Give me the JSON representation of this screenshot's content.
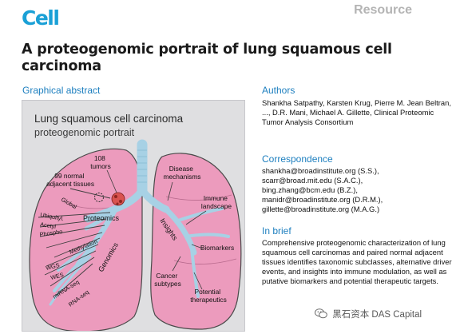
{
  "header": {
    "journal": "Cell",
    "article_type": "Resource",
    "title": "A proteogenomic portrait of lung squamous cell carcinoma"
  },
  "graphical_abstract": {
    "heading": "Graphical abstract",
    "title": "Lung squamous cell carcinoma",
    "subtitle": "proteogenomic portrait",
    "tumors_label": [
      "108",
      "tumors"
    ],
    "normal_label": [
      "99 normal",
      "adjacent tissues"
    ],
    "omics_layers": [
      "Global",
      "Ubiquityl.",
      "Acetyl",
      "Phospho",
      "Methylation",
      "WGS",
      "WES",
      "miRNA-seq",
      "RNA-seq"
    ],
    "branch_labels": {
      "proteomics": "Proteomics",
      "genomics": "Genomics",
      "insights": "Insights"
    },
    "insights": {
      "disease": [
        "Disease",
        "mechanisms"
      ],
      "immune": [
        "Immune",
        "landscape"
      ],
      "biomarkers": [
        "Biomarkers"
      ],
      "cancer": [
        "Cancer",
        "subtypes"
      ],
      "therapeutics": [
        "Potential",
        "therapeutics"
      ]
    },
    "colors": {
      "lung_fill": "#ec9bbd",
      "lung_stroke": "#4a4a4a",
      "airway": "#a7d1e5",
      "tumor": "#d9534f",
      "box_bg": "#dfdfe1"
    }
  },
  "authors": {
    "heading": "Authors",
    "text": "Shankha Satpathy, Karsten Krug, Pierre M. Jean Beltran, ..., D.R. Mani, Michael A. Gillette, Clinical Proteomic Tumor Analysis Consortium"
  },
  "correspondence": {
    "heading": "Correspondence",
    "emails": [
      "shankha@broadinstitute.org (S.S.),",
      "scarr@broad.mit.edu (S.A.C.),",
      "bing.zhang@bcm.edu (B.Z.),",
      "manidr@broadinstitute.org (D.R.M.),",
      "gillette@broadinstitute.org (M.A.G.)"
    ]
  },
  "in_brief": {
    "heading": "In brief",
    "text": "Comprehensive proteogenomic characterization of lung squamous cell carcinomas and paired normal adjacent tissues identifies taxonomic subclasses, alternative driver events, and insights into immune modulation, as well as putative biomarkers and potential therapeutic targets."
  },
  "watermark": {
    "text": "黑石资本 DAS Capital",
    "icon": "wechat-icon"
  }
}
